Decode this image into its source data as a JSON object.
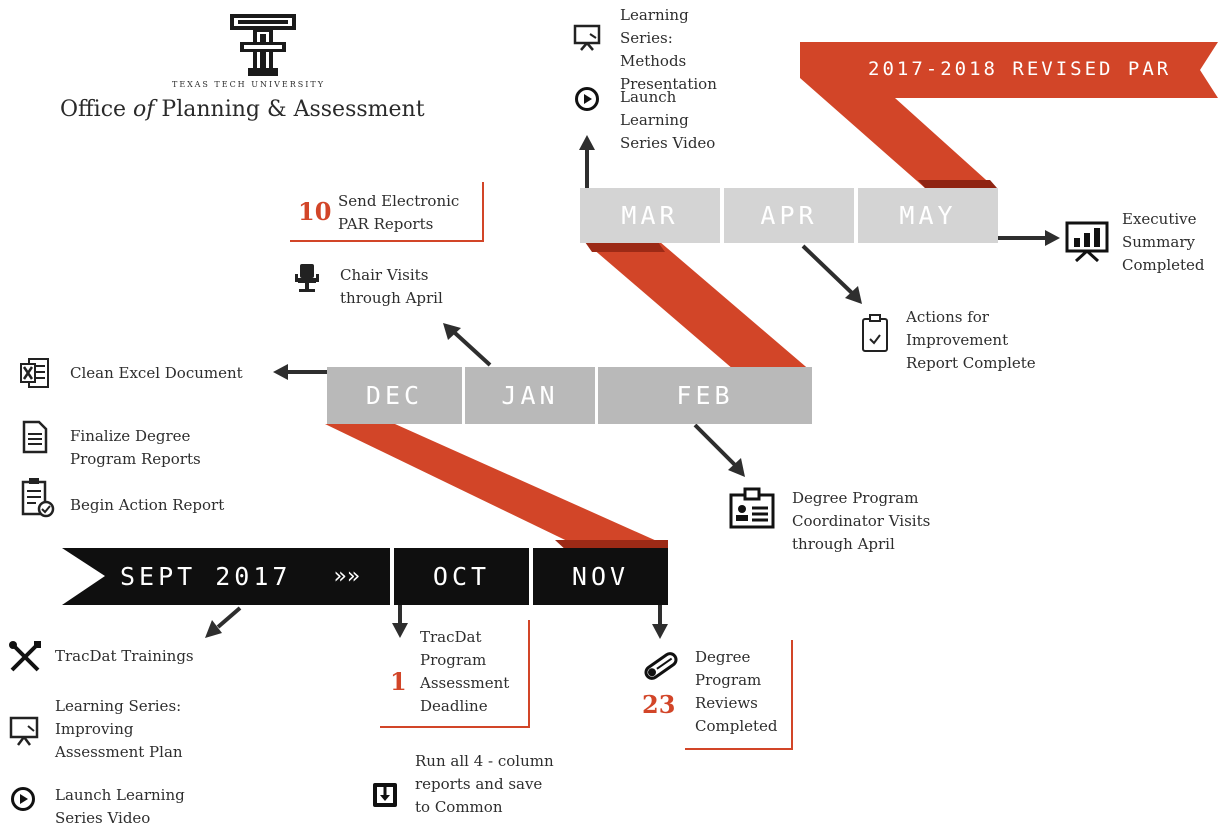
{
  "logo": {
    "university": "TEXAS TECH UNIVERSITY",
    "office_pre": "Office ",
    "office_of": "of",
    "office_post": " Planning & Assessment"
  },
  "banner": {
    "title": "2017-2018 REVISED PAR"
  },
  "months": {
    "sept": "SEPT 2017",
    "sept_arrows": "»»",
    "oct": "OCT",
    "nov": "NOV",
    "dec": "DEC",
    "jan": "JAN",
    "feb": "FEB",
    "mar": "MAR",
    "apr": "APR",
    "may": "MAY"
  },
  "items": {
    "learning_methods": "Learning Series: Methods Presentation",
    "launch_video_top": "Launch Learning Series Video",
    "send_reports_num": "10",
    "send_reports": "Send Electronic PAR Reports",
    "chair_visits": "Chair Visits through April",
    "clean_excel": "Clean Excel Document",
    "finalize": "Finalize Degree Program Reports",
    "begin_action": "Begin Action Report",
    "executive": "Executive Summary Completed",
    "actions_improvement": "Actions for Improvement Report Complete",
    "coordinator": "Degree Program Coordinator Visits through April",
    "tracdat_trainings": "TracDat Trainings",
    "learning_improving": "Learning Series: Improving Assessment Plan",
    "launch_video_bottom": "Launch Learning Series Video",
    "deadline_num": "1",
    "deadline": "TracDat Program Assessment Deadline",
    "run_reports": "Run all 4 - column reports and save to Common",
    "reviews_num": "23",
    "reviews": "Degree Program Reviews Completed"
  },
  "colors": {
    "ribbon": "#d24528",
    "ribbon_dark": "#9c2a16",
    "banner": "#ee6047",
    "month_gray": "#b9b9b9",
    "month_light": "#d4d4d4",
    "month_dark": "#0f0f0f",
    "accent_number": "#d24528"
  },
  "icons": {
    "logo": "double-t-logo",
    "presentation": "presentation-board-icon",
    "play": "play-circle-icon",
    "chair": "office-chair-icon",
    "excel": "excel-file-icon",
    "document": "document-icon",
    "checklist": "checklist-icon",
    "chart": "bar-chart-board-icon",
    "clipboard": "clipboard-check-icon",
    "badge": "id-badge-icon",
    "tools": "crossed-tools-icon",
    "save": "save-download-icon",
    "diploma": "diploma-scroll-icon"
  }
}
